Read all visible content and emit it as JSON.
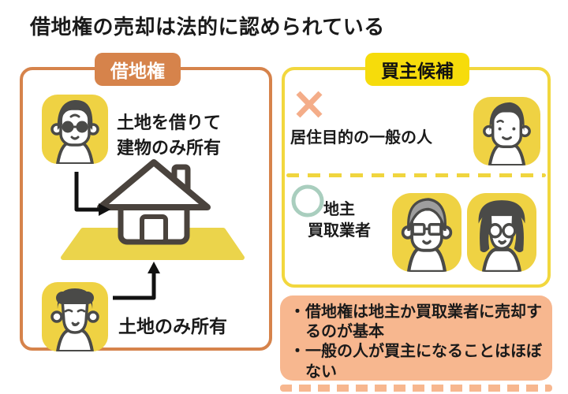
{
  "title": "借地権の売却は法的に認められている",
  "leasehold_panel": {
    "badge": "借地権",
    "borrower": {
      "icon": "man-glasses-icon",
      "label_lines": [
        "土地を借りて",
        "建物のみ所有"
      ]
    },
    "landowner": {
      "icon": "old-man-icon",
      "label": "土地のみ所有"
    },
    "scene_icons": [
      "house-icon",
      "land-icon",
      "arrow-down-right-icon",
      "arrow-up-icon"
    ]
  },
  "buyer_panel": {
    "badge": "買主候補",
    "rejected": {
      "mark_icon": "x-mark-icon",
      "label": "居住目的の一般の人",
      "icon": "young-man-icon"
    },
    "accepted": {
      "mark_icon": "circle-mark-icon",
      "label_lines": [
        "地主",
        "買取業者"
      ],
      "icons": [
        "gray-hair-man-icon",
        "woman-glasses-icon"
      ]
    }
  },
  "note": {
    "items": [
      "借地権は地主か買取業者に売却するのが基本",
      "一般の人が買主になることはほぼない"
    ]
  },
  "colors": {
    "accent_orange": "#D6834B",
    "panel_yellow": "#F2D73E",
    "badge_yellow": "#F6DC0B",
    "icon_yellow": "#EFD243",
    "land_yellow": "#EBD44B",
    "note_pink": "#F7B78F",
    "x_salmon": "#F4AD89",
    "circle_teal": "#A9CEBE"
  }
}
